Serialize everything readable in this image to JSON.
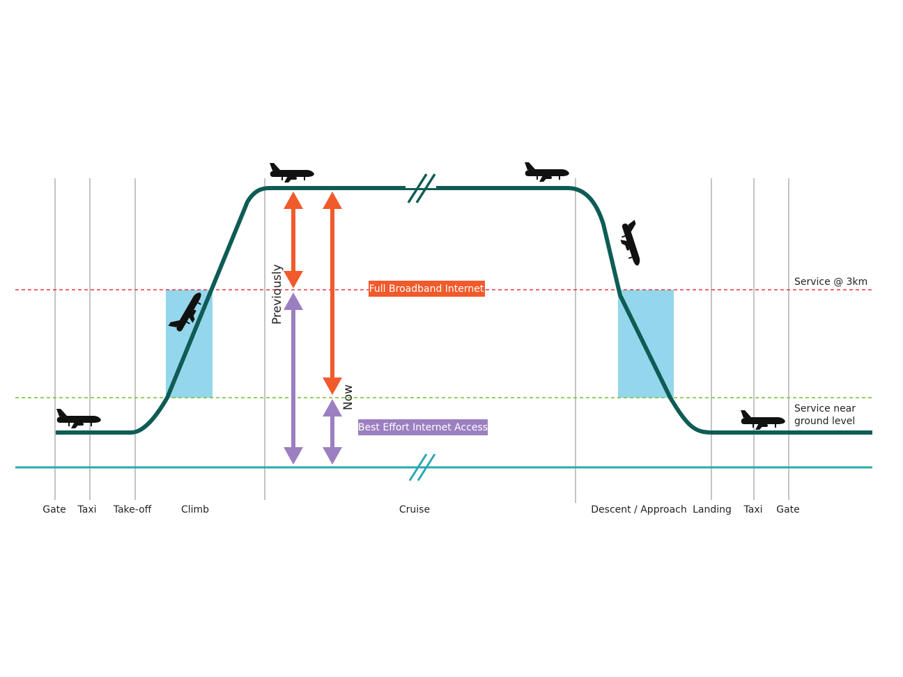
{
  "colors": {
    "flight_path": "#0e5c55",
    "ground_line": "#2aa8b0",
    "service_3km_line": "#e8333c",
    "service_ground_line": "#6fbe2b",
    "handover_zone": "#94d6eb",
    "broadband": "#f15a2b",
    "best_effort": "#9b7fc0",
    "phase_divider": "#8a8a8a",
    "aircraft": "#111111",
    "text": "#222222"
  },
  "phases": [
    "Gate",
    "Taxi",
    "Take-off",
    "Climb",
    "Cruise",
    "Descent / Approach",
    "Landing",
    "Taxi",
    "Gate"
  ],
  "service_levels": {
    "upper": "Service @ 3km",
    "lower_line1": "Service near",
    "lower_line2": "ground level"
  },
  "labels": {
    "full_broadband": "Full Broadband Internet",
    "best_effort": "Best Effort Internet Access",
    "previously": "Previously",
    "now": "Now"
  },
  "icons": [
    "aircraft-icon",
    "axis-break-icon"
  ]
}
